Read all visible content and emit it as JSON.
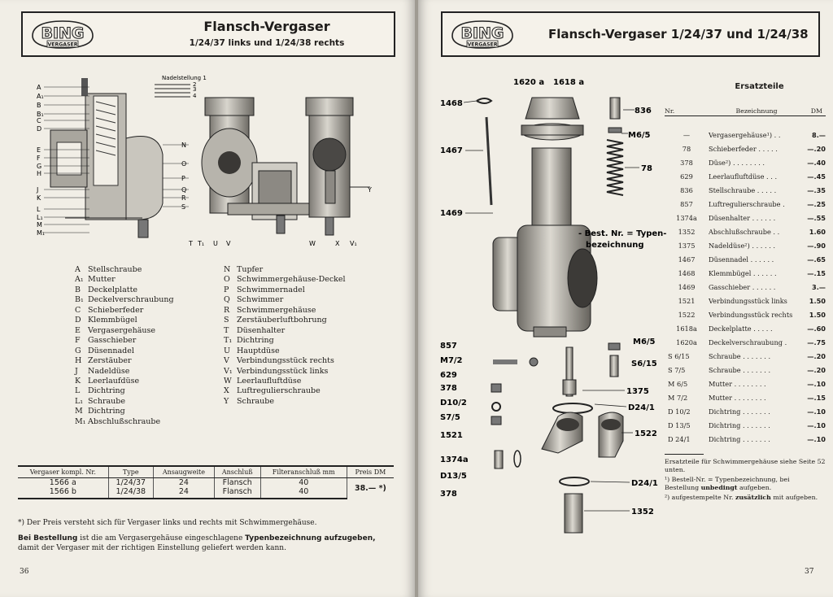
{
  "left_page": {
    "logo": {
      "word": "BING",
      "sub": "VERGASER"
    },
    "title": "Flansch-Vergaser",
    "subtitle": "1/24/37 links und 1/24/38 rechts",
    "drawing_labels": {
      "left": [
        "A",
        "A₁",
        "B",
        "B₁",
        "C",
        "D",
        "E",
        "F",
        "G",
        "H",
        "J",
        "K",
        "L",
        "L₁",
        "M",
        "M₁"
      ],
      "mid": [
        "N",
        "O",
        "P",
        "Q",
        "R",
        "S"
      ],
      "bottom": [
        "T",
        "T₁",
        "U",
        "V",
        "W",
        "X",
        "V₁"
      ],
      "right": [
        "Y"
      ],
      "nadel_title": "Nadelstellung 1",
      "nadel": [
        "2",
        "3",
        "4"
      ]
    },
    "legend_col1": [
      {
        "code": "A",
        "text": "Stellschraube"
      },
      {
        "code": "A₁",
        "text": "Mutter"
      },
      {
        "code": "B",
        "text": "Deckelplatte"
      },
      {
        "code": "B₁",
        "text": "Deckelverschraubung"
      },
      {
        "code": "C",
        "text": "Schieberfeder"
      },
      {
        "code": "D",
        "text": "Klemmbügel"
      },
      {
        "code": "E",
        "text": "Vergasergehäuse"
      },
      {
        "code": "F",
        "text": "Gasschieber"
      },
      {
        "code": "G",
        "text": "Düsennadel"
      },
      {
        "code": "H",
        "text": "Zerstäuber"
      },
      {
        "code": "J",
        "text": "Nadeldüse"
      },
      {
        "code": "K",
        "text": "Leerlaufdüse"
      },
      {
        "code": "L",
        "text": "Dichtring"
      },
      {
        "code": "L₁",
        "text": "Schraube"
      },
      {
        "code": "M",
        "text": "Dichtring"
      },
      {
        "code": "M₁",
        "text": "Abschlußschraube"
      }
    ],
    "legend_col2": [
      {
        "code": "N",
        "text": "Tupfer"
      },
      {
        "code": "O",
        "text": "Schwimmergehäuse-Deckel"
      },
      {
        "code": "P",
        "text": "Schwimmernadel"
      },
      {
        "code": "Q",
        "text": "Schwimmer"
      },
      {
        "code": "R",
        "text": "Schwimmergehäuse"
      },
      {
        "code": "S",
        "text": "Zerstäuberluftbohrung"
      },
      {
        "code": "T",
        "text": "Düsenhalter"
      },
      {
        "code": "T₁",
        "text": "Dichtring"
      },
      {
        "code": "U",
        "text": "Hauptdüse"
      },
      {
        "code": "V",
        "text": "Verbindungsstück rechts"
      },
      {
        "code": "V₁",
        "text": "Verbindungsstück links"
      },
      {
        "code": "W",
        "text": "Leerlaufluftdüse"
      },
      {
        "code": "X",
        "text": "Luftregulierschraube"
      },
      {
        "code": "Y",
        "text": "Schraube"
      }
    ],
    "table": {
      "headers": [
        "Vergaser kompl. Nr.",
        "Type",
        "Ansaugweite",
        "Anschluß",
        "Filteranschluß mm",
        "Preis DM"
      ],
      "rows": [
        {
          "nr": "1566 a",
          "type": "1/24/37",
          "ansaug": "24",
          "anschluss": "Flansch",
          "filter": "40"
        },
        {
          "nr": "1566 b",
          "type": "1/24/38",
          "ansaug": "24",
          "anschluss": "Flansch",
          "filter": "40"
        }
      ],
      "price": "38.— *)"
    },
    "footnote": "*) Der Preis versteht sich für Vergaser links und rechts mit Schwimmergehäuse.",
    "order_bold1": "Bei Bestellung",
    "order_mid": " ist die am Vergasergehäuse eingeschlagene ",
    "order_bold2": "Typenbezeichnung aufzugeben,",
    "order_end": " damit der Vergaser mit der richtigen Einstellung geliefert werden kann.",
    "page_number": "36"
  },
  "right_page": {
    "logo": {
      "word": "BING",
      "sub": "VERGASER"
    },
    "title": "Flansch-Vergaser 1/24/37 und 1/24/38",
    "diagram_labels": {
      "p1620a": "1620 a",
      "p1618a": "1618 a",
      "p1468": "1468",
      "p836": "836",
      "pM65a": "M6/5",
      "p1467": "1467",
      "p78": "78",
      "p1469": "1469",
      "best1": "- Best. Nr. = Typen-",
      "best2": "bezeichnung",
      "p857": "857",
      "pM72": "M7/2",
      "pM65b": "M6/5",
      "pS65": "S6/15",
      "p629": "629",
      "p378a": "378",
      "p1375": "1375",
      "pD102": "D10/2",
      "pD241a": "D24/1",
      "pS75": "S7/5",
      "p1521": "1521",
      "p1522": "1522",
      "p1374a": "1374a",
      "pD135": "D13/5",
      "pD241b": "D24/1",
      "p378b": "378",
      "p1352": "1352"
    },
    "ersatz_title": "Ersatzteile",
    "ersatz_headers": {
      "nr": "Nr.",
      "bez": "Bezeichnung",
      "dm": "DM"
    },
    "ersatz_rows": [
      {
        "nr": "—",
        "bez": "Vergasergehäuse¹) . .",
        "dm": "8.—"
      },
      {
        "nr": "78",
        "bez": "Schieberfeder . . . . .",
        "dm": "—.20"
      },
      {
        "nr": "378",
        "bez": "Düse²) . . . . . . . .",
        "dm": "—.40"
      },
      {
        "nr": "629",
        "bez": "Leerlaufluftdüse . . .",
        "dm": "—.45"
      },
      {
        "nr": "836",
        "bez": "Stellschraube . . . . .",
        "dm": "—.35"
      },
      {
        "nr": "857",
        "bez": "Luftregulierschraube .",
        "dm": "—.25"
      },
      {
        "nr": "1374a",
        "bez": "Düsenhalter . . . . . .",
        "dm": "—.55"
      },
      {
        "nr": "1352",
        "bez": "Abschlußschraube . .",
        "dm": "1.60"
      },
      {
        "nr": "1375",
        "bez": "Nadeldüse²) . . . . . .",
        "dm": "—.90"
      },
      {
        "nr": "1467",
        "bez": "Düsennadel . . . . . .",
        "dm": "—.65"
      },
      {
        "nr": "1468",
        "bez": "Klemmbügel . . . . . .",
        "dm": "—.15"
      },
      {
        "nr": "1469",
        "bez": "Gasschieber . . . . . .",
        "dm": "3.—"
      },
      {
        "nr": "1521",
        "bez": "Verbindungsstück links",
        "dm": "1.50"
      },
      {
        "nr": "1522",
        "bez": "Verbindungsstück rechts",
        "dm": "1.50"
      },
      {
        "nr": "1618a",
        "bez": "Deckelplatte . . . . .",
        "dm": "—.60"
      },
      {
        "nr": "1620a",
        "bez": "Deckelverschraubung .",
        "dm": "—.75"
      },
      {
        "nr": "S 6/15",
        "bez": "Schraube . . . . . . .",
        "dm": "—.20"
      },
      {
        "nr": "S 7/5",
        "bez": "Schraube . . . . . . .",
        "dm": "—.20"
      },
      {
        "nr": "M 6/5",
        "bez": "Mutter . . . . . . . .",
        "dm": "—.10"
      },
      {
        "nr": "M 7/2",
        "bez": "Mutter . . . . . . . .",
        "dm": "—.15"
      },
      {
        "nr": "D 10/2",
        "bez": "Dichtring . . . . . . .",
        "dm": "—.10"
      },
      {
        "nr": "D 13/5",
        "bez": "Dichtring . . . . . . .",
        "dm": "—.10"
      },
      {
        "nr": "D 24/1",
        "bez": "Dichtring . . . . . . .",
        "dm": "—.10"
      }
    ],
    "note1": "Ersatzteile für Schwimmergehäuse siehe Seite 52 unten.",
    "note2_a": "¹) Bestell-Nr. = Typenbezeichnung, bei Bestellung ",
    "note2_b": "unbedingt",
    "note2_c": " aufgeben.",
    "note3_a": "²) aufgestempelte Nr. ",
    "note3_b": "zusätzlich",
    "note3_c": " mit aufgeben.",
    "page_number": "37"
  }
}
